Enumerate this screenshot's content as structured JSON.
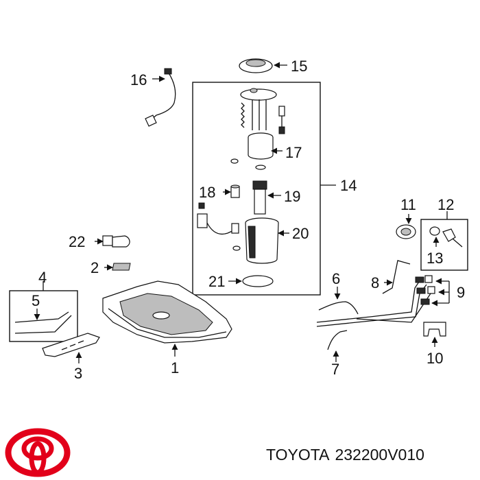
{
  "callouts": {
    "c1": "1",
    "c2": "2",
    "c3": "3",
    "c4": "4",
    "c5": "5",
    "c6": "6",
    "c7": "7",
    "c8": "8",
    "c9": "9",
    "c10": "10",
    "c11": "11",
    "c12": "12",
    "c13": "13",
    "c14": "14",
    "c15": "15",
    "c16": "16",
    "c17": "17",
    "c18": "18",
    "c19": "19",
    "c20": "20",
    "c21": "21",
    "c22": "22"
  },
  "caption": {
    "brand": "TOYOTA",
    "part_number": "232200V010"
  },
  "logo": {
    "icon": "toyota-logo-icon",
    "color": "#e2001a"
  }
}
